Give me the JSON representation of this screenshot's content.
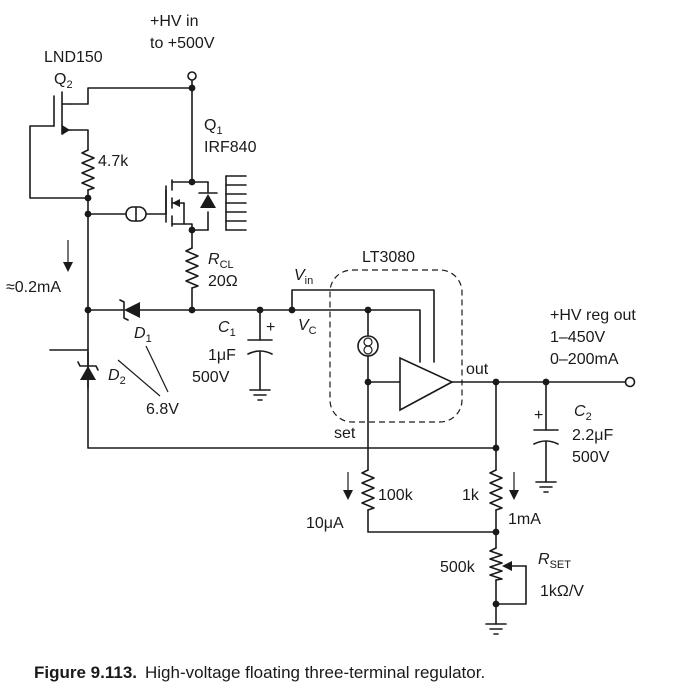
{
  "labels": {
    "hv_in_1": "+HV in",
    "hv_in_2": "to +500V",
    "q2_part": "LND150",
    "q2_ref": "Q",
    "q2_sub": "2",
    "r_4k7": "4.7k",
    "q1_ref": "Q",
    "q1_sub": "1",
    "q1_part": "IRF840",
    "rcl_ref": "R",
    "rcl_sub": "CL",
    "rcl_val": "20Ω",
    "current_02": "≈0.2mA",
    "d1_ref": "D",
    "d1_sub": "1",
    "c1_ref": "C",
    "c1_sub": "1",
    "c1_val1": "1μF",
    "c1_val2": "500V",
    "d2_ref": "D",
    "d2_sub": "2",
    "zener_v": "6.8V",
    "vin_ref": "V",
    "vin_sub": "in",
    "vc_ref": "V",
    "vc_sub": "C",
    "lt3080": "LT3080",
    "out": "out",
    "set": "set",
    "plus_c1": "+",
    "plus_c2": "+",
    "hv_out_1": "+HV reg out",
    "hv_out_2": "1–450V",
    "hv_out_3": "0–200mA",
    "c2_ref": "C",
    "c2_sub": "2",
    "c2_val1": "2.2μF",
    "c2_val2": "500V",
    "r100k": "100k",
    "i10ua": "10μA",
    "r1k": "1k",
    "i1ma": "1mA",
    "r500k": "500k",
    "rset_ref": "R",
    "rset_sub": "SET",
    "rset_val": "1kΩ/V"
  },
  "caption": {
    "label": "Figure 9.113.",
    "text": "High-voltage floating three-terminal regulator."
  }
}
